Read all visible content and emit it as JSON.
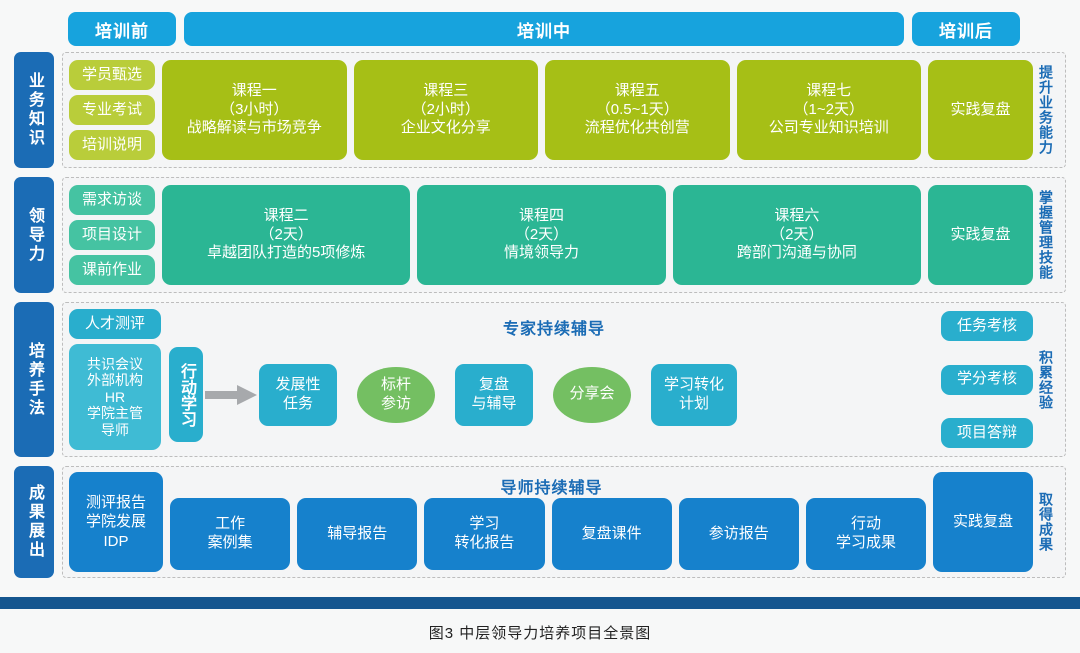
{
  "colors": {
    "phase_blue": "#17a3dd",
    "label_blue": "#1b6cb5",
    "olive": "#a6bf16",
    "olive_light": "#b9cd3a",
    "teal": "#2bb694",
    "teal_light": "#45c3a2",
    "cyan": "#29aecd",
    "cyan_light": "#3fbbd4",
    "blue": "#1681cc",
    "green": "#74bf62",
    "footer_bar": "#15568f"
  },
  "phases": {
    "pre": "培训前",
    "during": "培训中",
    "post": "培训后"
  },
  "rows": [
    {
      "label": "业务知识",
      "outcome": "提升业务能力",
      "pre_items": [
        "学员甄选",
        "专业考试",
        "培训说明"
      ],
      "courses": [
        {
          "name": "课程一",
          "duration": "（3小时）",
          "topic": "战略解读与市场竞争"
        },
        {
          "name": "课程三",
          "duration": "（2小时）",
          "topic": "企业文化分享"
        },
        {
          "name": "课程五",
          "duration": "（0.5~1天）",
          "topic": "流程优化共创营"
        },
        {
          "name": "课程七",
          "duration": "（1~2天）",
          "topic": "公司专业知识培训"
        }
      ],
      "post_item": "实践复盘"
    },
    {
      "label": "领导力",
      "outcome": "掌握管理技能",
      "pre_items": [
        "需求访谈",
        "项目设计",
        "课前作业"
      ],
      "courses": [
        {
          "name": "课程二",
          "duration": "（2天）",
          "topic": "卓越团队打造的5项修炼"
        },
        {
          "name": "课程四",
          "duration": "（2天）",
          "topic": "情境领导力"
        },
        {
          "name": "课程六",
          "duration": "（2天）",
          "topic": "跨部门沟通与协同"
        }
      ],
      "post_item": "实践复盘"
    }
  ],
  "methods": {
    "label": "培养手法",
    "outcome": "积累经验",
    "title": "专家持续辅导",
    "top_card": "人才测评",
    "big_card_lines": [
      "共识会议",
      "外部机构",
      "HR",
      "学院主管",
      "导师"
    ],
    "action": "行动学习",
    "arrow_icon": "arrow-right-icon",
    "steps": [
      {
        "lines": [
          "发展性",
          "任务"
        ],
        "shape": "rect",
        "color": "cyan"
      },
      {
        "lines": [
          "标杆",
          "参访"
        ],
        "shape": "ellipse",
        "color": "green"
      },
      {
        "lines": [
          "复盘",
          "与辅导"
        ],
        "shape": "rect",
        "color": "cyan"
      },
      {
        "lines": [
          "分享会"
        ],
        "shape": "ellipse",
        "color": "green"
      },
      {
        "lines": [
          "学习转化",
          "计划"
        ],
        "shape": "rect",
        "color": "cyan"
      }
    ],
    "right_items": [
      "任务考核",
      "学分考核",
      "项目答辩"
    ]
  },
  "outcomes": {
    "label": "成果展出",
    "outcome": "取得成果",
    "title": "导师持续辅导",
    "left_card_lines": [
      "测评报告",
      "学院发展",
      "IDP"
    ],
    "items": [
      {
        "lines": [
          "工作",
          "案例集"
        ]
      },
      {
        "lines": [
          "辅导报告"
        ]
      },
      {
        "lines": [
          "学习",
          "转化报告"
        ]
      },
      {
        "lines": [
          "复盘课件"
        ]
      },
      {
        "lines": [
          "参访报告"
        ]
      },
      {
        "lines": [
          "行动",
          "学习成果"
        ]
      }
    ],
    "last_item": "实践复盘"
  },
  "caption": "图3  中层领导力培养项目全景图"
}
